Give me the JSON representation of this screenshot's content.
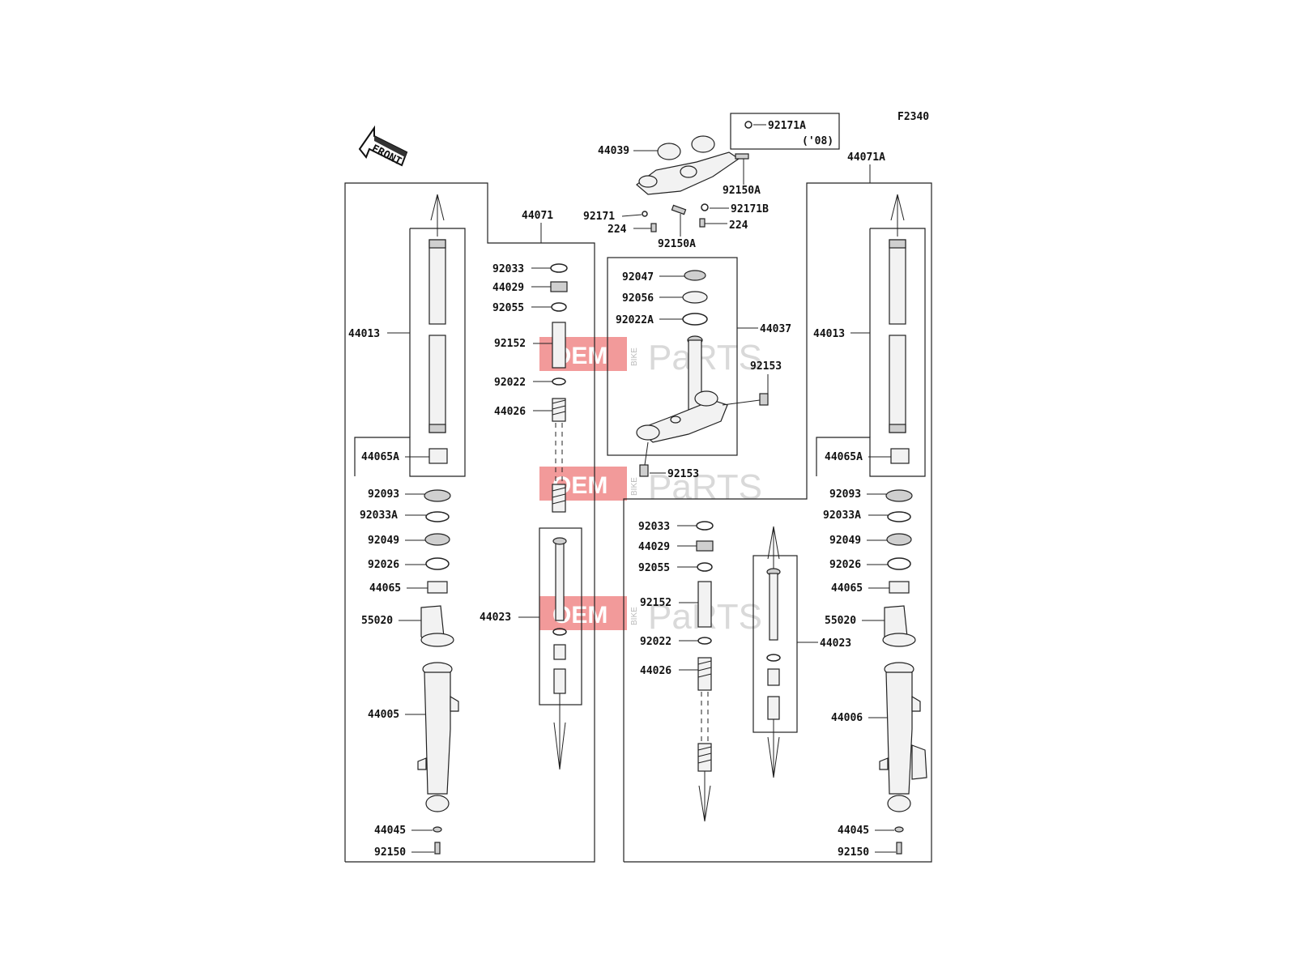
{
  "diagram": {
    "code": "F2340",
    "front_arrow_label": "FRONT",
    "variant_note": {
      "part": "92171A",
      "model_year": "('08)"
    },
    "watermark": {
      "oem": "OEM",
      "bike": "BIKE",
      "parts": "PaRTS"
    },
    "assemblies": {
      "fork_left": "44071",
      "fork_right": "44071A",
      "steering_stem": "44037",
      "cartridge_left": "44023",
      "cartridge_right": "44023"
    },
    "labels": {
      "bracket": "44039",
      "bolt_top_right": "92150A",
      "bolt_top_left": "92150A",
      "clip_left": "92171",
      "clip_right": "92171B",
      "clamp_left": "224",
      "clamp_right": "224",
      "left": {
        "tube": "44013",
        "bush_a": "44065A",
        "seal": "92093",
        "clip": "92033A",
        "washer": "92049",
        "spacer": "92026",
        "bush": "44065",
        "protector": "55020",
        "outer_tube": "44005",
        "gasket": "44045",
        "bolt": "92150"
      },
      "left_inner": {
        "oring_top": "92033",
        "cap": "44029",
        "oring": "92055",
        "collar": "92152",
        "washer": "92022",
        "spring": "44026"
      },
      "stem": {
        "seal": "92047",
        "bearing": "92056",
        "washer": "92022A",
        "bolt_right": "92153",
        "bolt_bottom": "92153"
      },
      "right_inner": {
        "oring_top": "92033",
        "cap": "44029",
        "oring": "92055",
        "collar": "92152",
        "washer": "92022",
        "spring": "44026"
      },
      "right": {
        "tube": "44013",
        "bush_a": "44065A",
        "seal": "92093",
        "clip": "92033A",
        "washer": "92049",
        "spacer": "92026",
        "bush": "44065",
        "protector": "55020",
        "outer_tube": "44006",
        "gasket": "44045",
        "bolt": "92150"
      }
    }
  }
}
